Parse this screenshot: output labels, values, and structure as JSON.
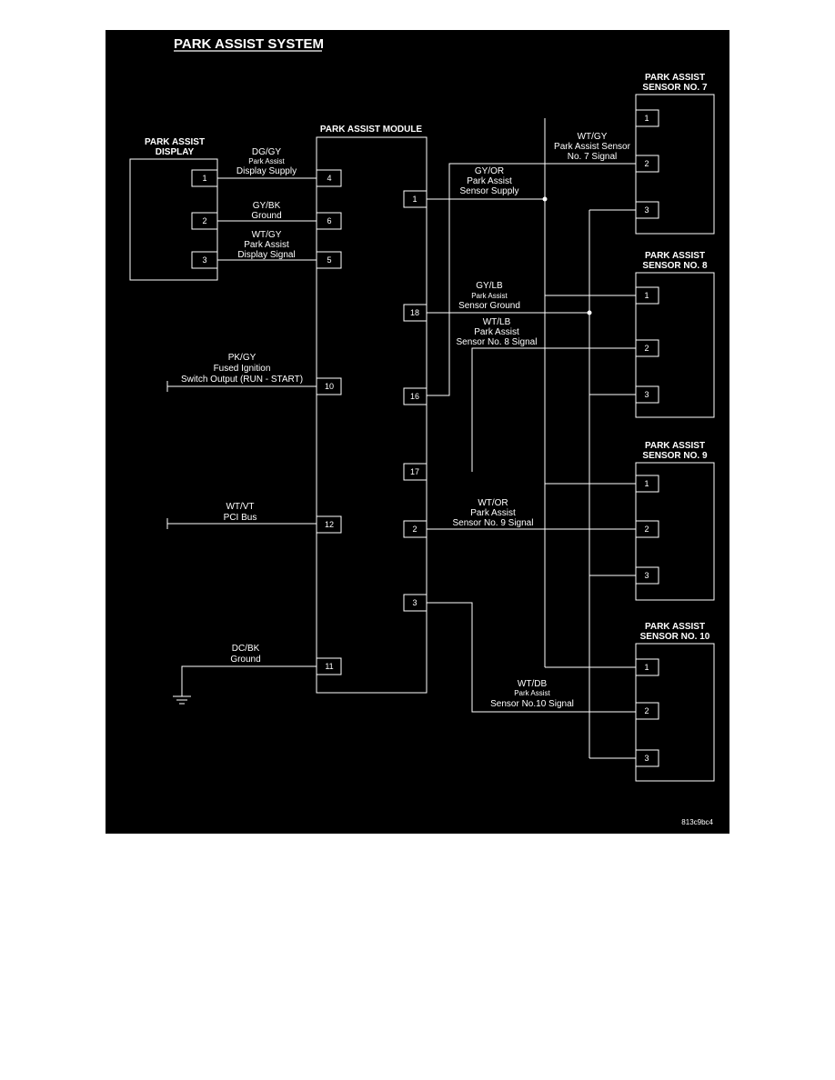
{
  "title": "PARK ASSIST SYSTEM",
  "ref_code": "813c9bc4",
  "display": {
    "name_l1": "PARK ASSIST",
    "name_l2": "DISPLAY",
    "pins": [
      "1",
      "2",
      "3"
    ]
  },
  "module": {
    "name": "PARK ASSIST MODULE",
    "left_pins": [
      "4",
      "6",
      "5",
      "10",
      "12",
      "11"
    ],
    "right_pins": [
      "1",
      "18",
      "16",
      "17",
      "2",
      "3"
    ]
  },
  "sensors": [
    {
      "name_l1": "PARK ASSIST",
      "name_l2": "SENSOR NO. 7",
      "pins": [
        "1",
        "2",
        "3"
      ]
    },
    {
      "name_l1": "PARK ASSIST",
      "name_l2": "SENSOR NO. 8",
      "pins": [
        "1",
        "2",
        "3"
      ]
    },
    {
      "name_l1": "PARK ASSIST",
      "name_l2": "SENSOR NO. 9",
      "pins": [
        "1",
        "2",
        "3"
      ]
    },
    {
      "name_l1": "PARK ASSIST",
      "name_l2": "SENSOR NO. 10",
      "pins": [
        "1",
        "2",
        "3"
      ]
    }
  ],
  "wires": {
    "dg_gy": {
      "code": "DG/GY",
      "l2": "Park Assist",
      "l3": "Display Supply"
    },
    "gy_bk": {
      "code": "GY/BK",
      "l2": "Ground"
    },
    "wt_gy_disp": {
      "code": "WT/GY",
      "l2": "Park Assist",
      "l3": "Display Signal"
    },
    "pk_gy": {
      "code": "PK/GY",
      "l2": "Fused Ignition",
      "l3": "Switch Output (RUN - START)"
    },
    "wt_vt": {
      "code": "WT/VT",
      "l2": "PCI Bus"
    },
    "dc_bk": {
      "code": "DC/BK",
      "l2": "Ground"
    },
    "wt_gy_s7": {
      "code": "WT/GY",
      "l2": "Park Assist Sensor",
      "l3": "No. 7 Signal"
    },
    "gy_or": {
      "code": "GY/OR",
      "l2": "Park Assist",
      "l3": "Sensor Supply"
    },
    "gy_lb": {
      "code": "GY/LB",
      "l2": "Park Assist",
      "l3": "Sensor Ground"
    },
    "wt_lb": {
      "code": "WT/LB",
      "l2": "Park Assist",
      "l3": "Sensor No. 8 Signal"
    },
    "wt_or": {
      "code": "WT/OR",
      "l2": "Park Assist",
      "l3": "Sensor No. 9 Signal"
    },
    "wt_db": {
      "code": "WT/DB",
      "l2": "Park Assist",
      "l3": "Sensor No.10 Signal"
    }
  }
}
